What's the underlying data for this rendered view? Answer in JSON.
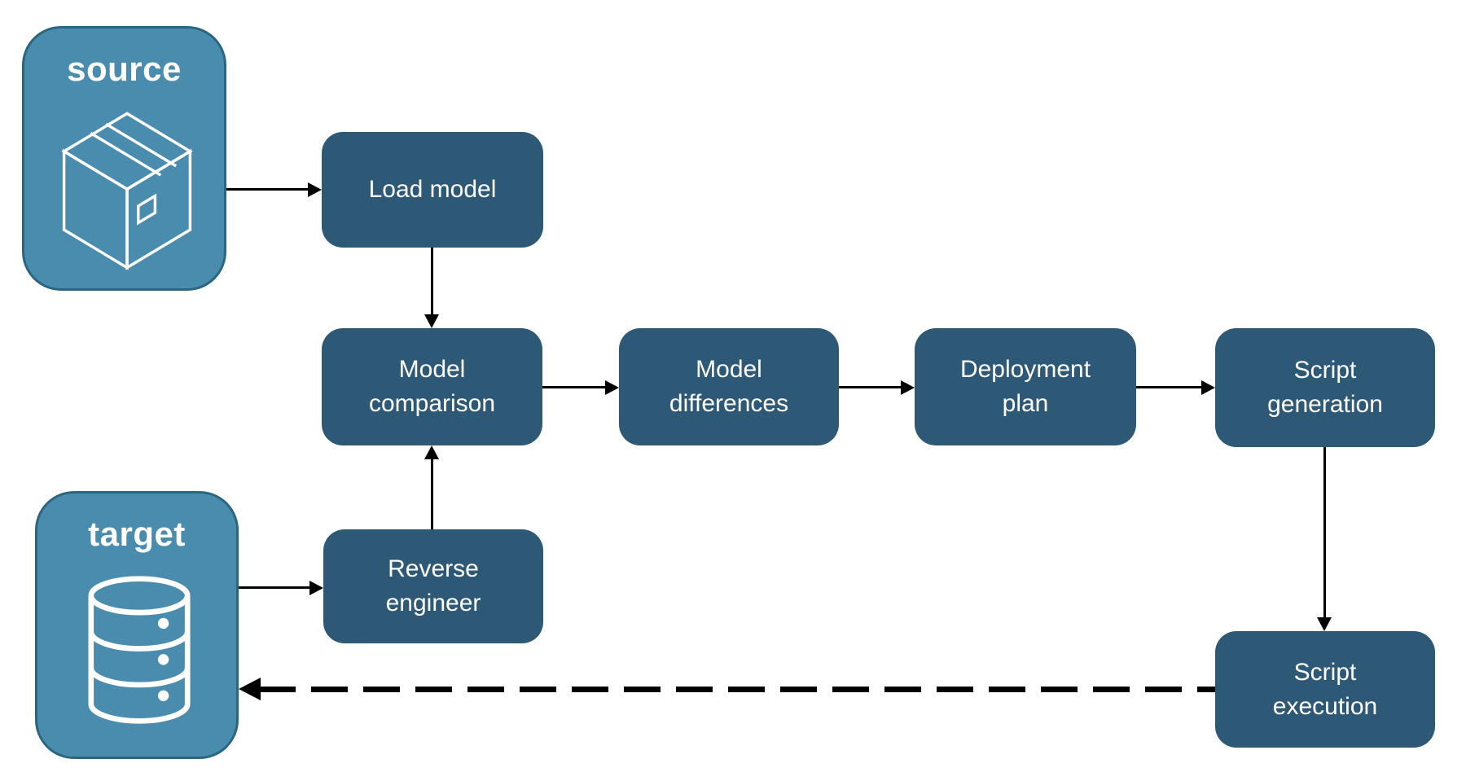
{
  "diagram": {
    "title": "model comparison and deployment flow",
    "entities": {
      "source": {
        "label": "source",
        "icon": "package-box-icon"
      },
      "target": {
        "label": "target",
        "icon": "database-icon"
      }
    },
    "nodes": {
      "load_model": {
        "label": "Load model"
      },
      "model_comparison": {
        "label": "Model comparison"
      },
      "model_differences": {
        "label": "Model differences"
      },
      "deployment_plan": {
        "label": "Deployment plan"
      },
      "script_generation": {
        "label": "Script generation"
      },
      "reverse_engineer": {
        "label": "Reverse engineer"
      },
      "script_execution": {
        "label": "Script execution"
      }
    },
    "edges": [
      {
        "from": "source",
        "to": "load_model",
        "style": "solid"
      },
      {
        "from": "load_model",
        "to": "model_comparison",
        "style": "solid"
      },
      {
        "from": "target",
        "to": "reverse_engineer",
        "style": "solid"
      },
      {
        "from": "reverse_engineer",
        "to": "model_comparison",
        "style": "solid"
      },
      {
        "from": "model_comparison",
        "to": "model_differences",
        "style": "solid"
      },
      {
        "from": "model_differences",
        "to": "deployment_plan",
        "style": "solid"
      },
      {
        "from": "deployment_plan",
        "to": "script_generation",
        "style": "solid"
      },
      {
        "from": "script_generation",
        "to": "script_execution",
        "style": "solid"
      },
      {
        "from": "script_execution",
        "to": "target",
        "style": "dashed"
      }
    ],
    "colors": {
      "entity_fill": "#4A8CAD",
      "entity_border": "#2B6680",
      "node_fill": "#2D5977",
      "text_color": "#FFFFFF",
      "arrow_color": "#000000"
    }
  }
}
